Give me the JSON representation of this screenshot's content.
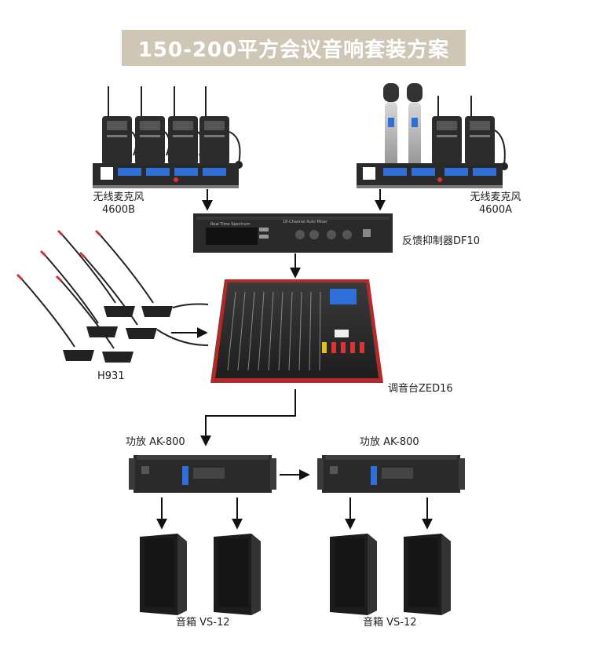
{
  "title": "150-200平方会议音响套装方案",
  "devices": {
    "mic_b": {
      "name": "无线麦克风",
      "model": "4600B"
    },
    "mic_a": {
      "name": "无线麦克风",
      "model": "4600A"
    },
    "feedback": {
      "label": "反馈抑制器DF10",
      "panel_text": "16-Channel Auto Mixer",
      "panel_left": "Real Time Spectrum"
    },
    "conference": {
      "label": "H931"
    },
    "mixer": {
      "label": "调音台ZED16"
    },
    "amp_left": {
      "label": "功放 AK-800"
    },
    "amp_right": {
      "label": "功放 AK-800"
    },
    "speaker_left": {
      "label": "音箱 VS-12"
    },
    "speaker_right": {
      "label": "音箱 VS-12"
    }
  },
  "colors": {
    "title_bg": "#cfc7b6",
    "device_dark": "#2a2a2a",
    "mixer_red": "#b02a2a",
    "display_blue": "#2e6fd8"
  }
}
